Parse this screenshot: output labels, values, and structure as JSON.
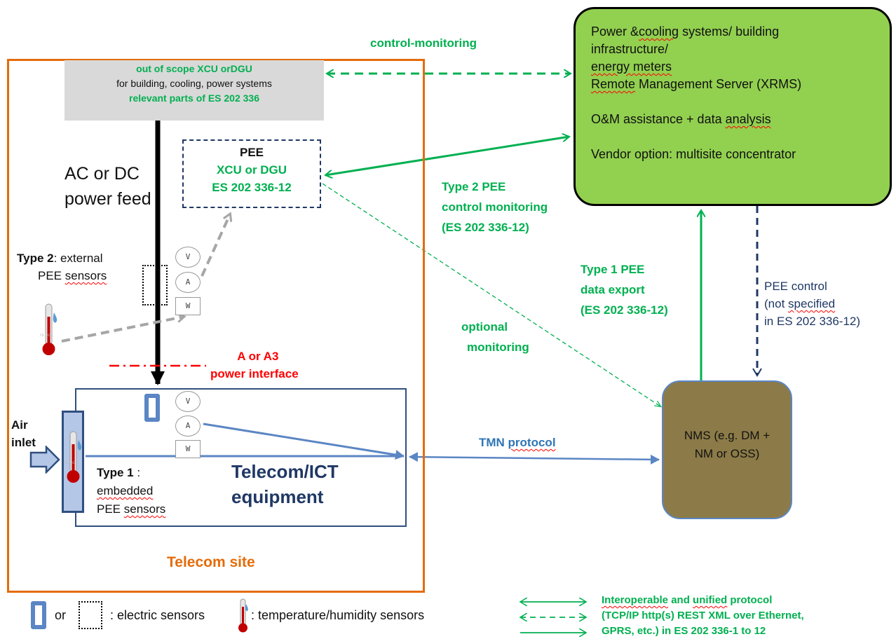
{
  "top_label": "control-monitoring",
  "scope_box": {
    "line1": "out of scope XCU orDGU",
    "line2": "for building, cooling, power systems",
    "line3": "relevant parts of ES 202 336"
  },
  "remote_box": {
    "line1_a": "Power &",
    "line1_b": "cooling",
    "line1_c": " systems/ building",
    "line2": "infrastructure/",
    "line3": "energy meters",
    "line4_a": "Remote",
    "line4_b": " Management Server (XRMS)",
    "line5_a": "O&M assistance + data ",
    "line5_b": "analysis",
    "line6": "Vendor option: multisite concentrator"
  },
  "pee_box": {
    "line1": "PEE",
    "line2": "XCU or DGU",
    "line3": "ES 202 336-12"
  },
  "power_feed": {
    "line1": "AC or DC",
    "line2": "power feed"
  },
  "type2_label": {
    "bold": "Type 2",
    "rest": ": external",
    "line2_a": "PEE ",
    "line2_b": "sensors"
  },
  "type2_pee_label": {
    "line1": "Type 2 PEE",
    "line2": "control monitoring",
    "line3": "(ES 202 336-12)"
  },
  "type1_pee_label": {
    "line1": "Type 1 PEE",
    "line2": "data export",
    "line3": "(ES 202 336-12)"
  },
  "optional_label": {
    "line1": "optional",
    "line2": "monitoring"
  },
  "pee_control_label": {
    "line1": "PEE control",
    "line2_a": "(not ",
    "line2_b": "specified",
    "line3": "in ES 202 336-12)"
  },
  "power_interface": {
    "line1": "A or A3",
    "line2": "power interface"
  },
  "air_inlet": {
    "line1": "Air",
    "line2": "inlet"
  },
  "type1_label": {
    "bold": "Type 1",
    "rest": " :",
    "line2": "embedded",
    "line3_a": "PEE ",
    "line3_b": "sensors"
  },
  "equipment_label": {
    "line1": "Telecom/ICT",
    "line2": "equipment"
  },
  "tmn_label": {
    "a": "TMN ",
    "b": "protocol"
  },
  "nms_box": {
    "line1": "NMS (e.g. DM +",
    "line2": "NM or OSS)"
  },
  "site_label": "Telecom site",
  "sensor_letters": [
    "V",
    "A",
    "W"
  ],
  "thermo_text": "rs uc",
  "legend": {
    "or_text": "or",
    "electric": ":  electric sensors",
    "temperature": ": temperature/humidity sensors",
    "protocol_line1_a": "Interoperable",
    "protocol_line1_b": " and ",
    "protocol_line1_c": "unified",
    "protocol_line1_d": " protocol",
    "protocol_line2": "(TCP/IP http(s) REST XML over Ethernet,",
    "protocol_line3": "GPRS, etc.) in ES 202 336-1 to 12"
  },
  "colors": {
    "green": "#00b050",
    "box_green": "#92d050",
    "nms_brown": "#8c7b48",
    "navy": "#1f3864",
    "blue": "#2e75b6",
    "orange": "#e46c0a",
    "red": "#ff0000",
    "gray": "#a6a6a6"
  }
}
